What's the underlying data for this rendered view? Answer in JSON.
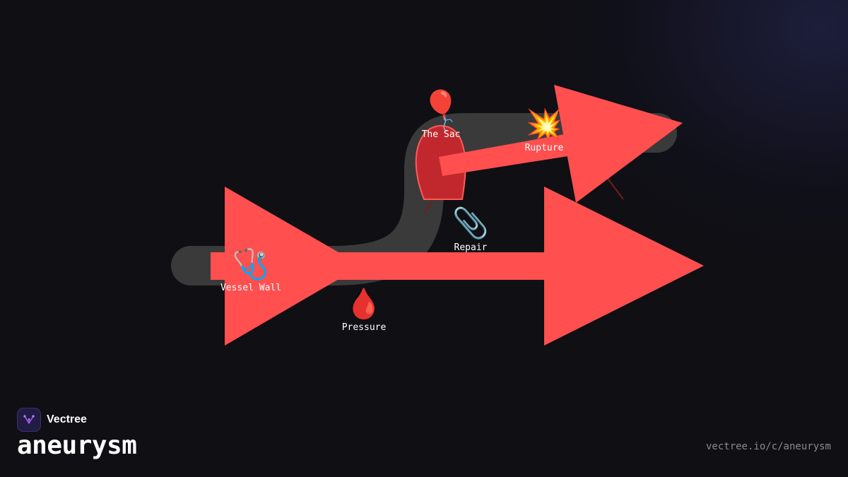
{
  "brand": {
    "name": "Vectree",
    "logo_icon": "vectree-logo-icon",
    "logo_color": "#a855f7"
  },
  "page": {
    "title": "aneurysm",
    "url": "vectree.io/c/aneurysm"
  },
  "colors": {
    "arrow": "#ff4f4f",
    "vessel": "#3a3a3a",
    "sac": "#c0282d",
    "sac_outline": "#ff5a5a",
    "label": "#ffffff",
    "background": "#0f0f14"
  },
  "nodes": {
    "vessel_wall": {
      "label": "Vessel Wall",
      "icon": "stethoscope-icon",
      "glyph": "🩺"
    },
    "pressure": {
      "label": "Pressure",
      "icon": "blood-drop-icon",
      "glyph": "🩸"
    },
    "sac": {
      "label": "The Sac",
      "icon": "balloon-icon",
      "glyph": "🎈"
    },
    "rupture": {
      "label": "Rupture",
      "icon": "collision-icon",
      "glyph": "💥"
    },
    "repair": {
      "label": "Repair",
      "icon": "paperclip-icon",
      "glyph": "📎"
    }
  }
}
